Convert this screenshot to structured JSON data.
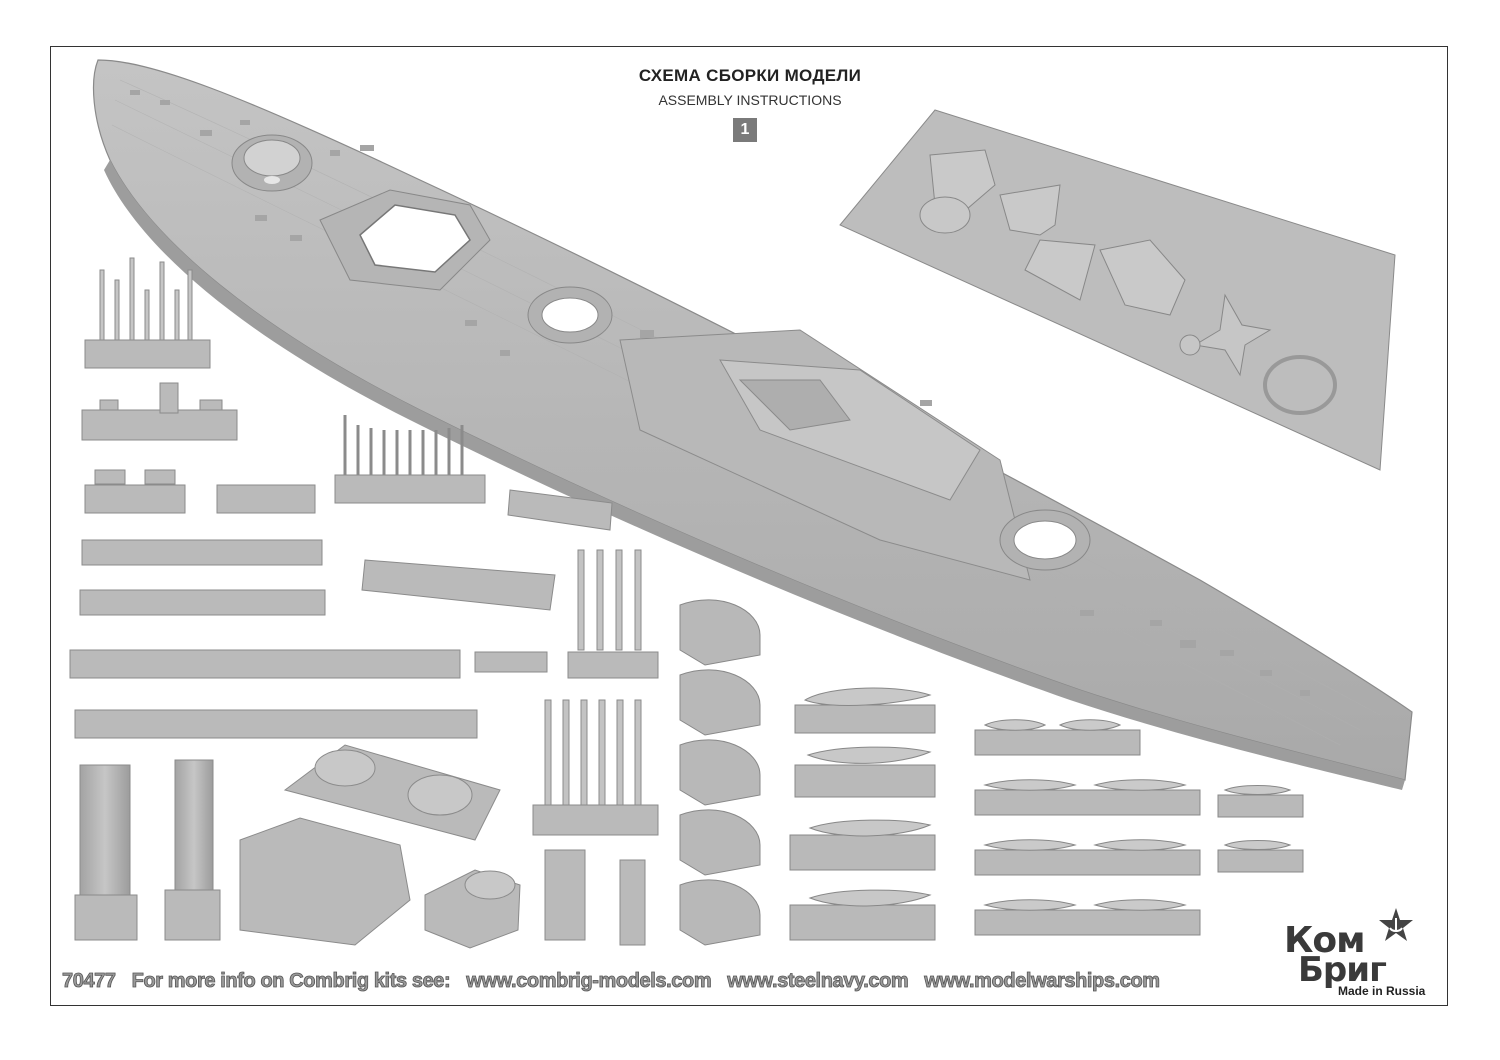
{
  "header": {
    "title_ru": "СХЕМА СБОРКИ МОДЕЛИ",
    "title_en": "ASSEMBLY INSTRUCTIONS",
    "step_number": "1"
  },
  "footer": {
    "kit_number": "70477",
    "info_text": "For more info on Combrig kits see:",
    "links": [
      "www.combrig-models.com",
      "www.steelnavy.com",
      "www.modelwarships.com"
    ]
  },
  "brand": {
    "logo_line1": "Ком",
    "logo_line2": "Бриг",
    "made_in": "Made in Russia",
    "logo_mark": "star-anchor-icon"
  },
  "colors": {
    "part_fill": "#b9b9b9",
    "part_shade": "#9e9e9e",
    "part_light": "#cfcfcf",
    "outline": "#7d7d7d"
  }
}
